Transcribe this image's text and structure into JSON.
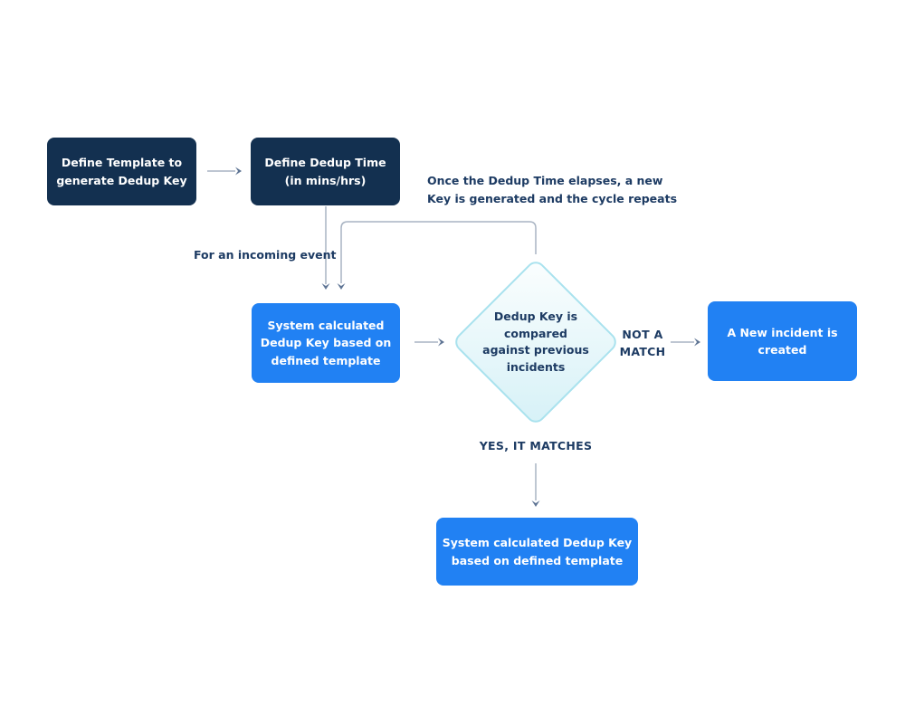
{
  "colors": {
    "page_bg": "#ffffff",
    "navy_box_bg": "#133050",
    "blue_box_bg": "#2181f3",
    "box_text": "#ffffff",
    "label_text": "#1d3b63",
    "connector_line": "#a9b4c3",
    "connector_head": "#5e7494",
    "diamond_border": "#a9e2ee",
    "diamond_fill_light": "#fbfefe",
    "diamond_fill_dark": "#d6f1f7"
  },
  "nodes": {
    "define_template": {
      "lines": [
        "Define Template to",
        "generate Dedup Key"
      ]
    },
    "define_dedup_time": {
      "lines": [
        "Define Dedup Time",
        "(in mins/hrs)"
      ]
    },
    "system_calculated_key": {
      "lines": [
        "System calculated",
        "Dedup Key based on",
        "defined template"
      ]
    },
    "dedup_key_compared": {
      "lines": [
        "Dedup Key is",
        "compared",
        "against previous",
        "incidents"
      ]
    },
    "new_incident_created": {
      "lines": [
        "A New incident is",
        "created"
      ]
    },
    "system_calculated_key_bottom": {
      "lines": [
        "System calculated Dedup Key",
        "based on defined template"
      ]
    }
  },
  "labels": {
    "dedup_time_note": {
      "lines": [
        "Once the Dedup Time elapses, a new",
        "Key is generated and the cycle repeats"
      ]
    },
    "incoming_event": "For an incoming event",
    "not_a_match": {
      "lines": [
        "NOT A",
        "MATCH"
      ]
    },
    "yes_it_matches": "YES, IT MATCHES"
  }
}
